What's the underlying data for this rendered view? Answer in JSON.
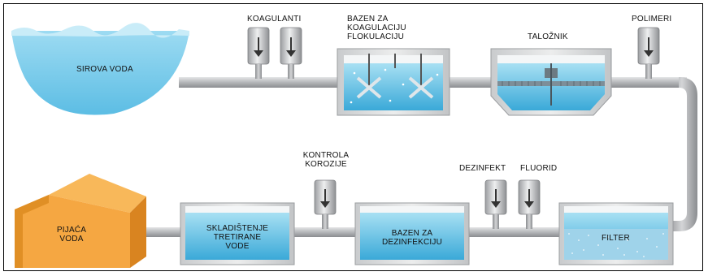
{
  "labels": {
    "sirova_voda": "SIROVA VODA",
    "koagulanti": "KOAGULANTI",
    "bazen_koag_1": "BAZEN ZA",
    "bazen_koag_2": "KOAGULACIJU",
    "bazen_koag_3": "FLOKULACIJU",
    "taloznik": "TALOŽNIK",
    "polimeri": "POLIMERI",
    "kontrola_1": "KONTROLA",
    "kontrola_2": "KOROZIJE",
    "dezinfekt": "DEZINFEKT",
    "fluorid": "FLUORID",
    "pijaca_1": "PIJAĆA",
    "pijaca_2": "VODA",
    "skladistenje_1": "SKLADIŠTENJE",
    "skladistenje_2": "TRETIRANE",
    "skladistenje_3": "VODE",
    "bazen_dez_1": "BAZEN ZA",
    "bazen_dez_2": "DEZINFEKCIJU",
    "filter": "FILTER"
  },
  "colors": {
    "pipe": "#b7b9bc",
    "pipe_dark": "#8d8f93",
    "water": "#8ed3ec",
    "water_dark": "#4fb4dc",
    "tank_frame": "#d6d8da",
    "house": "#f5a742",
    "house_dark": "#d98420"
  }
}
